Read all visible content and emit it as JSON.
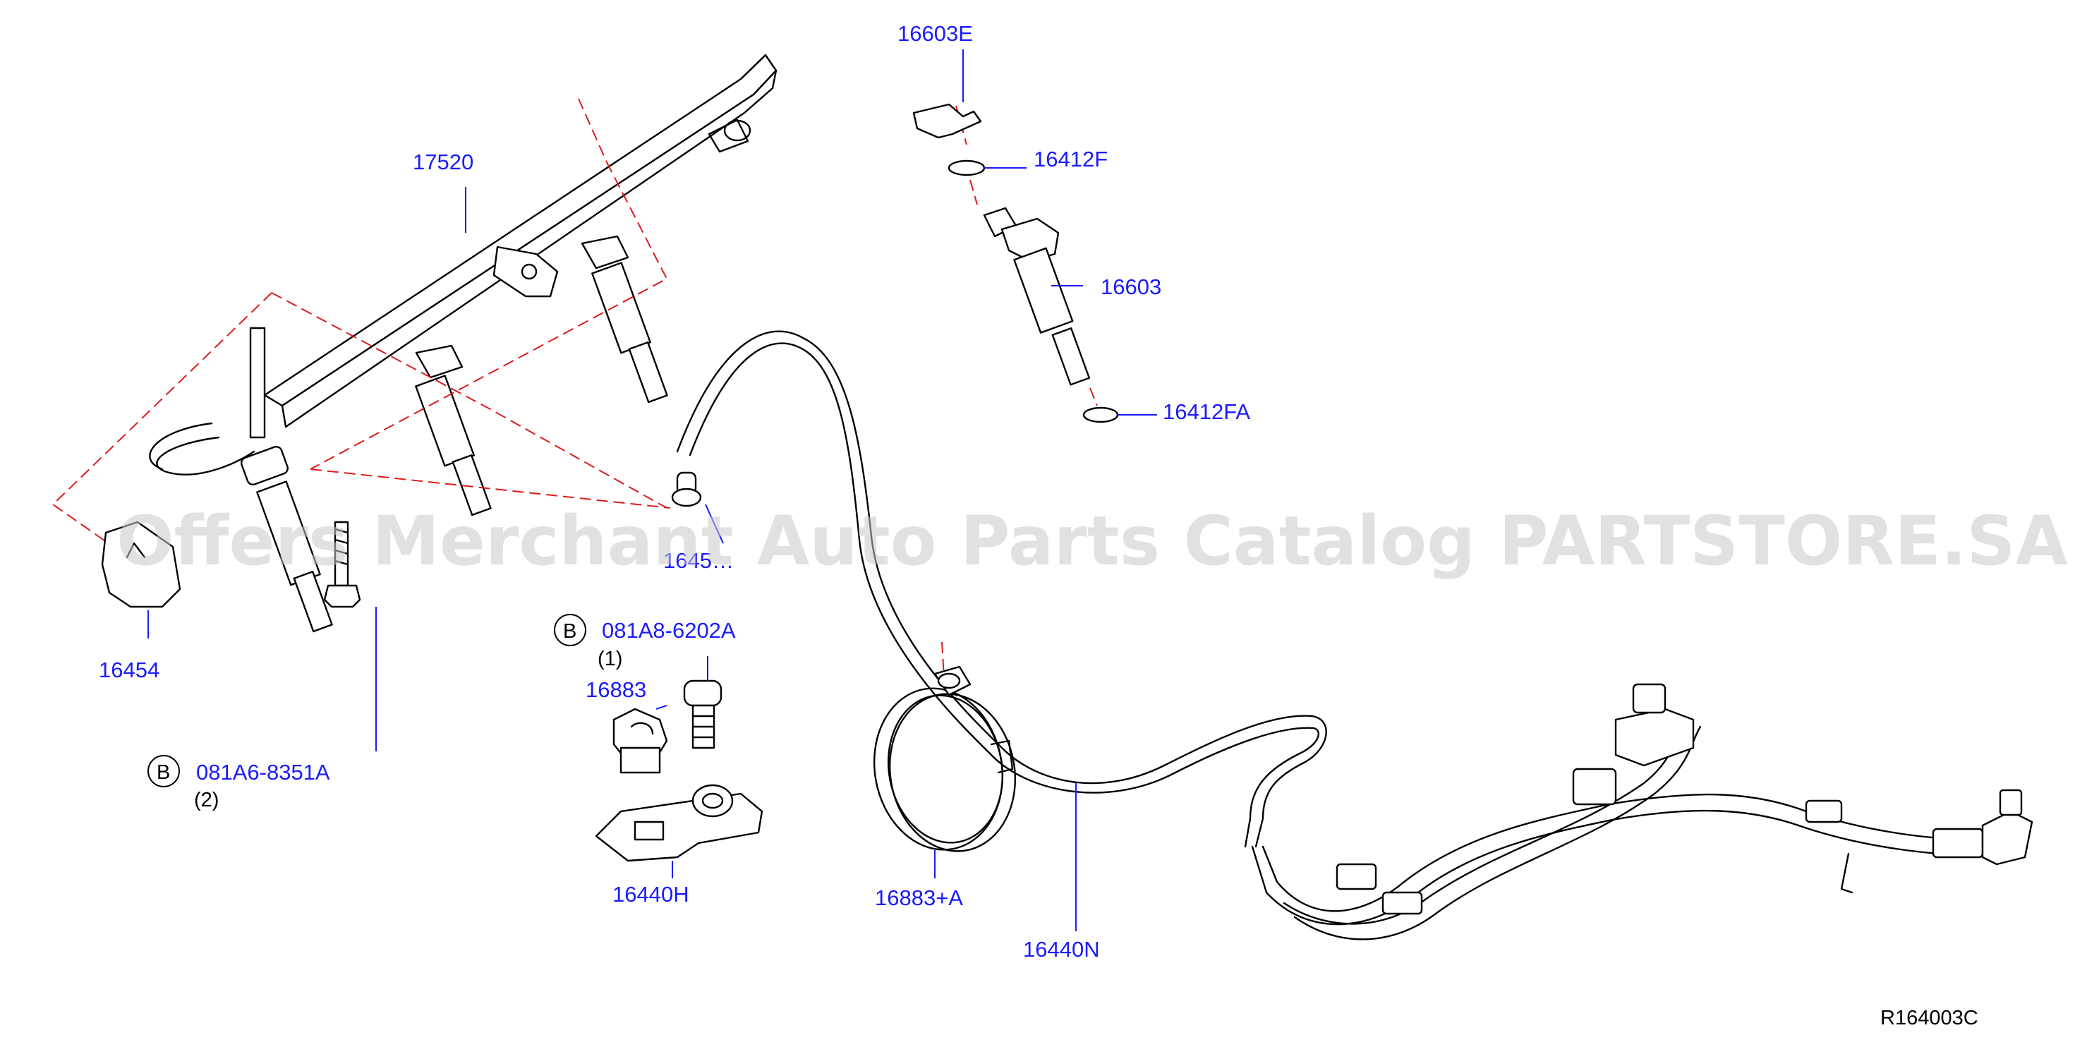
{
  "diagram_id": "R164003C",
  "watermark": "Offers Merchant Auto Parts Catalog PARTSTORE.SA",
  "colors": {
    "label": "#1a1aff",
    "guide": "#e0191b",
    "line": "#000000",
    "watermark": "#c9c9c9"
  },
  "callouts": {
    "p17520": "17520",
    "p16603E": "16603E",
    "p16412F": "16412F",
    "p16603": "16603",
    "p16412FA": "16412FA",
    "p16454": "16454",
    "p16457": "1645…",
    "p081A6": "081A6-8351A",
    "p081A6_qty": "(2)",
    "p081A8": "081A8-6202A",
    "p081A8_qty": "(1)",
    "p16883": "16883",
    "p16440H": "16440H",
    "p16883A": "16883+A",
    "p16440N": "16440N"
  },
  "badges": {
    "bolt_a": "B",
    "bolt_b": "B"
  }
}
